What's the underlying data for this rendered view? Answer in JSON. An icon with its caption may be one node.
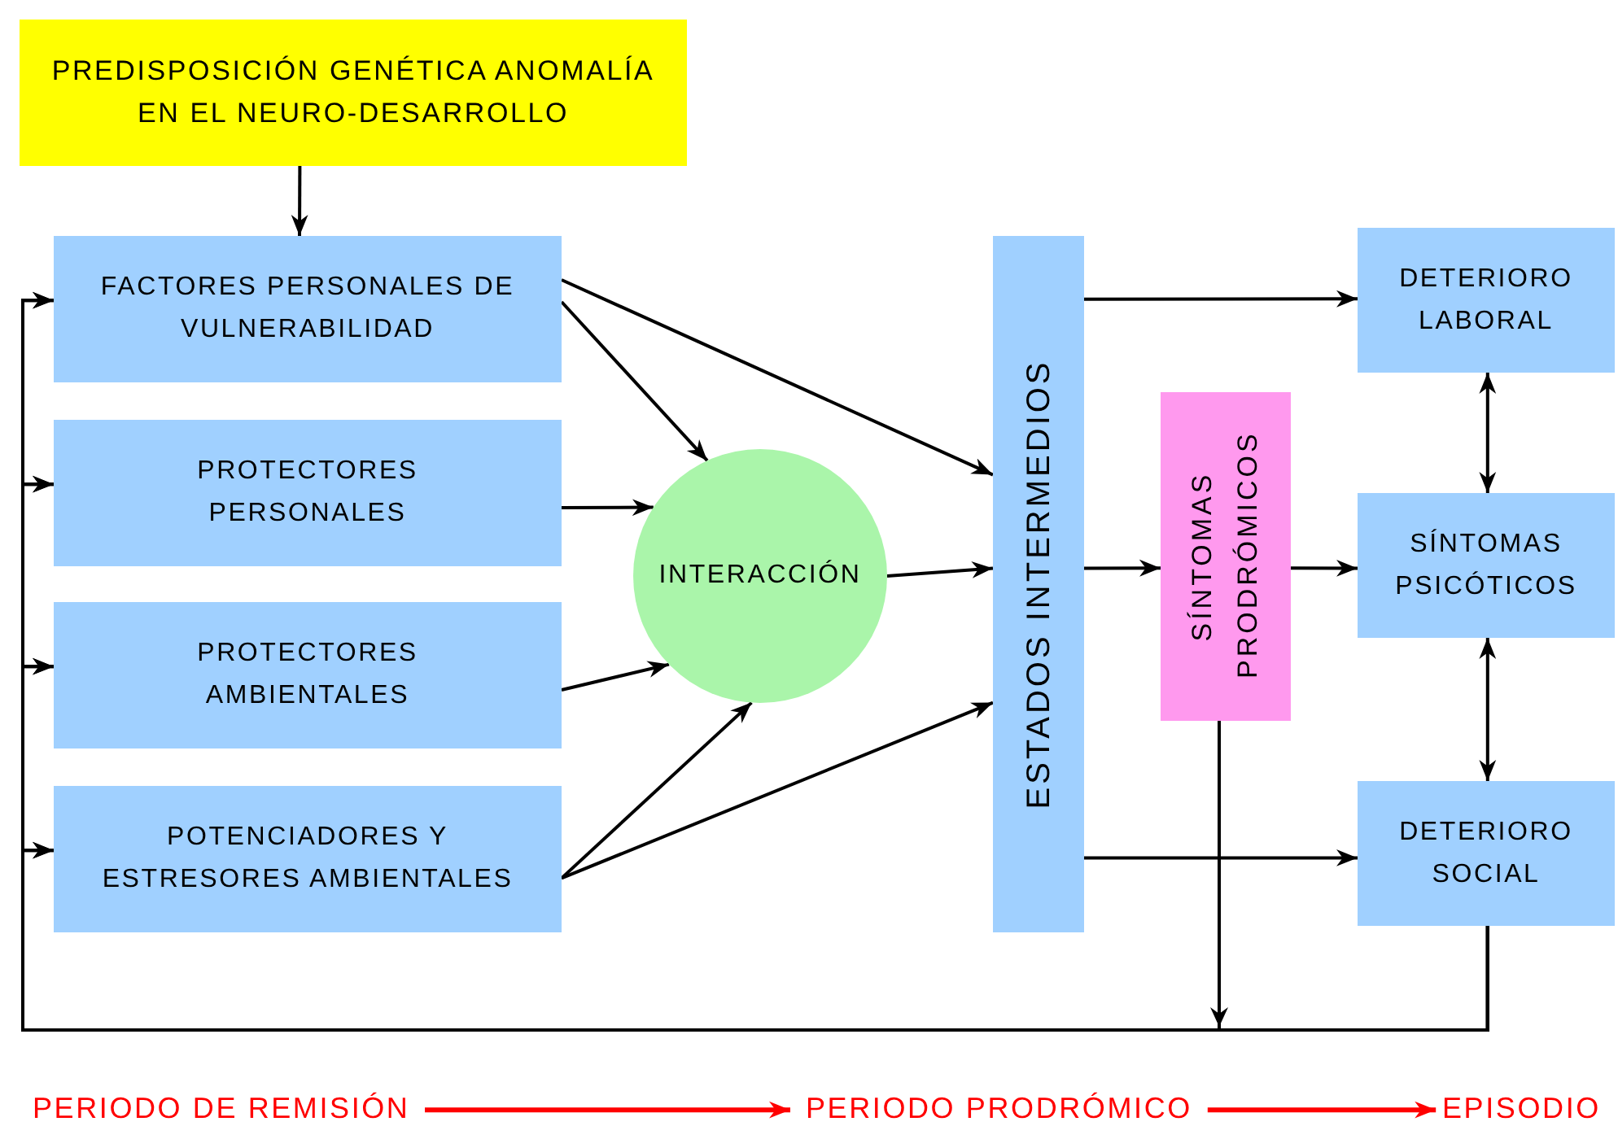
{
  "diagram": {
    "nodes": [
      {
        "text": [
          "PREDISPOSICIÓN GENÉTICA ANOMALÍA EN EL NEURO-DESARROLLO"
        ]
      },
      {
        "text": [
          "FACTORES PERSONALES DE VULNERABILIDAD"
        ]
      },
      {
        "text": [
          "PROTECTORES PERSONALES"
        ]
      },
      {
        "text": [
          "PROTECTORES AMBIENTALES"
        ]
      },
      {
        "text": [
          "POTENCIADORES Y ESTRESORES AMBIENTALES"
        ]
      },
      {
        "text": [
          "INTERACCIÓN"
        ]
      },
      {
        "text": [
          "ESTADOS INTERMEDIOS"
        ]
      },
      {
        "text": [
          "SÍNTOMAS PRODRÓMICOS"
        ]
      },
      {
        "text": [
          "DETERIORO LABORAL"
        ]
      },
      {
        "text": [
          "SÍNTOMAS PSICÓTICOS"
        ]
      },
      {
        "text": [
          "DETERIORO SOCIAL"
        ]
      },
      {
        "text": [
          "PERIODO DE REMISIÓN"
        ]
      },
      {
        "text": [
          "PERIODO PRODRÓMICO"
        ]
      },
      {
        "text": [
          "EPISODIO"
        ]
      }
    ],
    "edges": [
      {
        "from": 0,
        "to": 1,
        "arrow": "to"
      },
      {
        "from": 1,
        "to": 5,
        "arrow": "to"
      },
      {
        "from": 1,
        "to": 6,
        "arrow": "to"
      },
      {
        "from": 2,
        "to": 5,
        "arrow": "to"
      },
      {
        "from": 3,
        "to": 5,
        "arrow": "to"
      },
      {
        "from": 4,
        "to": 5,
        "arrow": "to"
      },
      {
        "from": 4,
        "to": 6,
        "arrow": "to"
      },
      {
        "from": 5,
        "to": 6,
        "arrow": "to"
      },
      {
        "from": 6,
        "to": 8,
        "arrow": "to"
      },
      {
        "from": 6,
        "to": 7,
        "arrow": "to"
      },
      {
        "from": 6,
        "to": 10,
        "arrow": "to"
      },
      {
        "from": 7,
        "to": 9,
        "arrow": "to"
      },
      {
        "from": 8,
        "to": 9,
        "arrow": "both"
      },
      {
        "from": 9,
        "to": 10,
        "arrow": "both"
      },
      {
        "from": 10,
        "to": 1,
        "arrow": "to"
      },
      {
        "from": 10,
        "to": 2,
        "arrow": "to"
      },
      {
        "from": 10,
        "to": 3,
        "arrow": "to"
      },
      {
        "from": 10,
        "to": 4,
        "arrow": "to"
      },
      {
        "from": 7,
        "to": 1,
        "arrow": "to"
      },
      {
        "from": 7,
        "to": 2,
        "arrow": "to"
      },
      {
        "from": 7,
        "to": 3,
        "arrow": "to"
      },
      {
        "from": 7,
        "to": 4,
        "arrow": "to"
      },
      {
        "from": 11,
        "to": 12,
        "arrow": "to",
        "color": "#ff0000"
      },
      {
        "from": 12,
        "to": 13,
        "arrow": "to",
        "color": "#ff0000"
      }
    ]
  }
}
